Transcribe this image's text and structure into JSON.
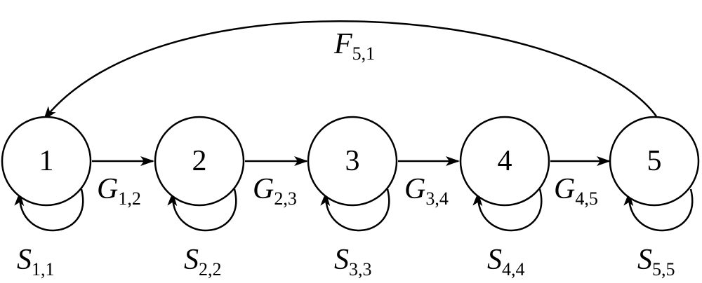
{
  "nodes": [
    {
      "id": "1",
      "label": "1"
    },
    {
      "id": "2",
      "label": "2"
    },
    {
      "id": "3",
      "label": "3"
    },
    {
      "id": "4",
      "label": "4"
    },
    {
      "id": "5",
      "label": "5"
    }
  ],
  "edges": [
    {
      "from": "1",
      "to": "2",
      "symbol": "G",
      "subscript": "1,2"
    },
    {
      "from": "2",
      "to": "3",
      "symbol": "G",
      "subscript": "2,3"
    },
    {
      "from": "3",
      "to": "4",
      "symbol": "G",
      "subscript": "3,4"
    },
    {
      "from": "4",
      "to": "5",
      "symbol": "G",
      "subscript": "4,5"
    }
  ],
  "self_loops": [
    {
      "node": "1",
      "symbol": "S",
      "subscript": "1,1"
    },
    {
      "node": "2",
      "symbol": "S",
      "subscript": "2,2"
    },
    {
      "node": "3",
      "symbol": "S",
      "subscript": "3,3"
    },
    {
      "node": "4",
      "symbol": "S",
      "subscript": "4,4"
    },
    {
      "node": "5",
      "symbol": "S",
      "subscript": "5,5"
    }
  ],
  "feedback": {
    "from": "5",
    "to": "1",
    "symbol": "F",
    "subscript": "5,1"
  },
  "colors": {
    "stroke": "#000000",
    "background": "#ffffff"
  }
}
